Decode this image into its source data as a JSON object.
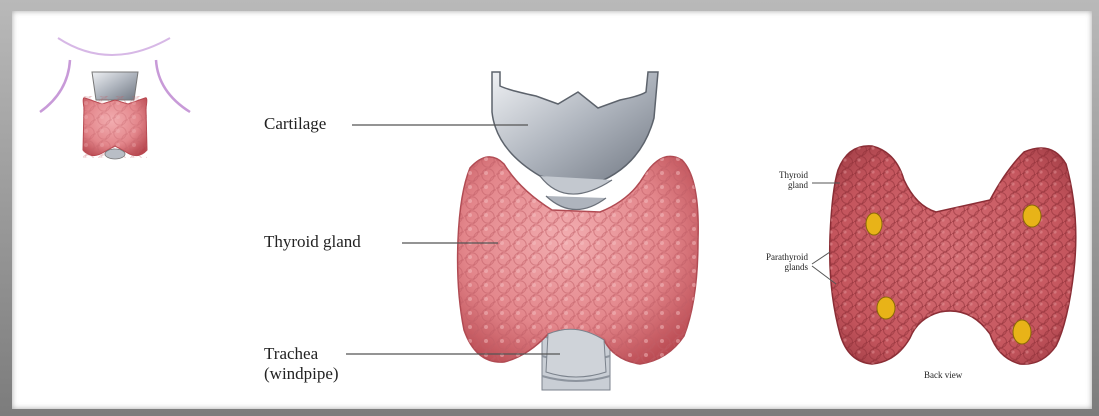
{
  "labels": {
    "cartilage": "Cartilage",
    "thyroid_gland": "Thyroid gland",
    "trachea_line1": "Trachea",
    "trachea_line2": "(windpipe)",
    "back_thyroid_line1": "Thyroid",
    "back_thyroid_line2": "gland",
    "parathyroid_line1": "Parathyroid",
    "parathyroid_line2": "glands",
    "back_view": "Back view"
  },
  "colors": {
    "gland_pink": "#e3868b",
    "gland_dark": "#b8474f",
    "cartilage_gray": "#b9bec6",
    "parathyroid_yellow": "#e8b318",
    "leader_line": "#555555"
  }
}
